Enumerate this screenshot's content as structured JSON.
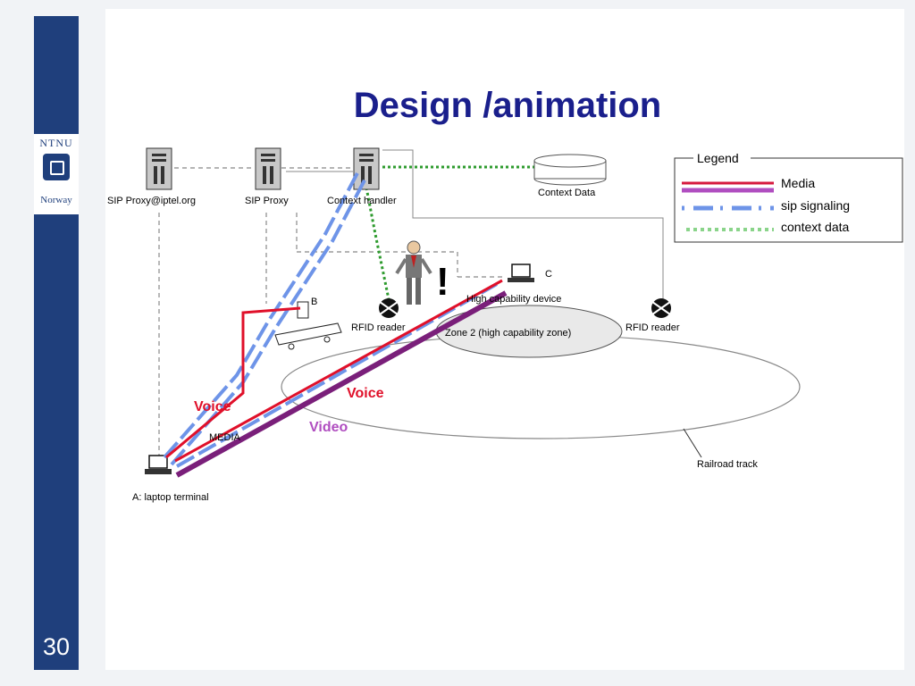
{
  "slide": {
    "title": "Design /animation",
    "page_number": "30",
    "logo": {
      "top": "NTNU",
      "bottom": "Norway"
    }
  },
  "nodes": {
    "sip_proxy_iptel": "SIP Proxy@iptel.org",
    "sip_proxy": "SIP Proxy",
    "context_handler": "Context handler",
    "context_data": "Context Data",
    "rfid_reader_left": "RFID reader",
    "rfid_reader_right": "RFID reader",
    "high_cap_device": "High capability device",
    "device_c": "C",
    "train_b": "B",
    "zone2": "Zone 2 (high capability zone)",
    "railroad": "Railroad track",
    "laptop_a": "A: laptop terminal",
    "media_label": "MEDIA",
    "alert": "!"
  },
  "flows": {
    "voice_left": "Voice",
    "voice_center": "Voice",
    "video": "Video"
  },
  "legend": {
    "title": "Legend",
    "items": [
      {
        "label": "Media",
        "color": "#d6193e"
      },
      {
        "label": "sip signaling",
        "color": "#6e94e8"
      },
      {
        "label": "context data",
        "color": "#8ad48a"
      }
    ]
  },
  "colors": {
    "sidebar": "#1f3f7c",
    "title": "#1a1f8c",
    "voice": "#e0102a",
    "video": "#7a1f7a",
    "sip": "#6e94e8",
    "context": "#2e9b2e"
  }
}
